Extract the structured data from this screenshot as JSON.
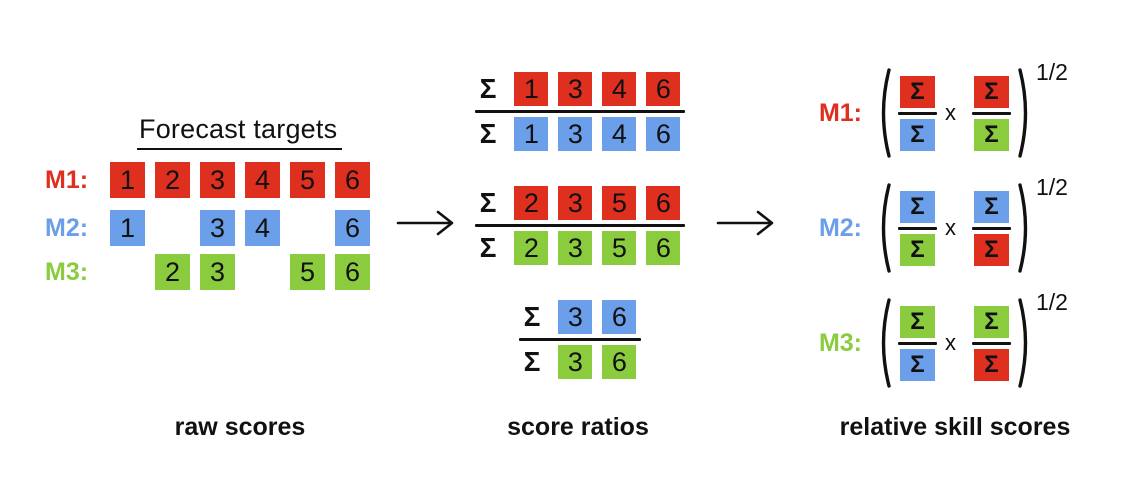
{
  "colors": {
    "red": "#DF2F1F",
    "blue": "#6B9FE9",
    "green": "#8BCC3F",
    "ink": "#111111"
  },
  "captions": {
    "left": "raw scores",
    "middle": "score ratios",
    "right": "relative skill scores"
  },
  "raw": {
    "title": "Forecast targets",
    "rows": [
      {
        "label": "M1:",
        "color_key": "red",
        "cells": [
          "1",
          "2",
          "3",
          "4",
          "5",
          "6"
        ]
      },
      {
        "label": "M2:",
        "color_key": "blue",
        "cells": [
          "1",
          "",
          "3",
          "4",
          "",
          "6"
        ]
      },
      {
        "label": "M3:",
        "color_key": "green",
        "cells": [
          "",
          "2",
          "3",
          "",
          "5",
          "6"
        ]
      }
    ]
  },
  "ratios": {
    "sigma": "Σ",
    "fractions": [
      {
        "numerator": {
          "color_key": "red",
          "cells": [
            "1",
            "3",
            "4",
            "6"
          ]
        },
        "denominator": {
          "color_key": "blue",
          "cells": [
            "1",
            "3",
            "4",
            "6"
          ]
        }
      },
      {
        "numerator": {
          "color_key": "red",
          "cells": [
            "2",
            "3",
            "5",
            "6"
          ]
        },
        "denominator": {
          "color_key": "green",
          "cells": [
            "2",
            "3",
            "5",
            "6"
          ]
        }
      },
      {
        "numerator": {
          "color_key": "blue",
          "cells": [
            "3",
            "6"
          ]
        },
        "denominator": {
          "color_key": "green",
          "cells": [
            "3",
            "6"
          ]
        }
      }
    ]
  },
  "skill": {
    "sigma": "Σ",
    "times": "x",
    "exponent": "1/2",
    "rows": [
      {
        "label": "M1:",
        "color_key": "red",
        "frac1": {
          "num": "red",
          "den": "blue"
        },
        "frac2": {
          "num": "red",
          "den": "green"
        }
      },
      {
        "label": "M2:",
        "color_key": "blue",
        "frac1": {
          "num": "blue",
          "den": "green"
        },
        "frac2": {
          "num": "blue",
          "den": "red"
        }
      },
      {
        "label": "M3:",
        "color_key": "green",
        "frac1": {
          "num": "green",
          "den": "blue"
        },
        "frac2": {
          "num": "green",
          "den": "red"
        }
      }
    ]
  }
}
